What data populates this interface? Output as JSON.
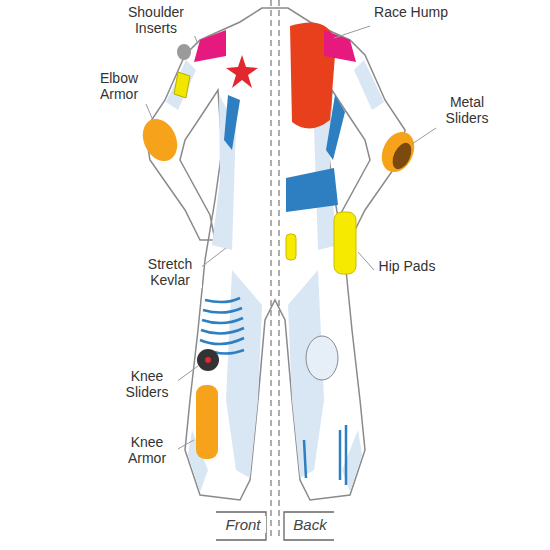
{
  "diagram": {
    "labels": [
      "Shoulder Inserts",
      "Elbow Armor",
      "Stretch Kevlar",
      "Knee Sliders",
      "Knee Armor",
      "Race Hump",
      "Metal Sliders",
      "Hip Pads",
      "Front",
      "Back"
    ]
  }
}
